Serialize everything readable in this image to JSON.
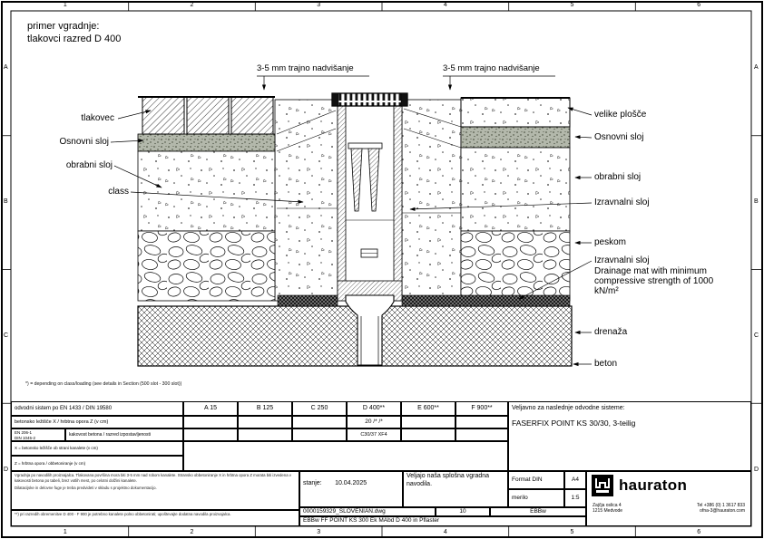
{
  "frame": {
    "cols": [
      "1",
      "2",
      "3",
      "4",
      "5",
      "6"
    ],
    "rows": [
      "A",
      "B",
      "C",
      "D"
    ]
  },
  "title": {
    "line1": "primer vgradnje:",
    "line2": "tlakovci razred D 400"
  },
  "labels": {
    "top": [
      "3-5 mm trajno nadvišanje",
      "3-5 mm trajno nadvišanje"
    ],
    "left": [
      "tlakovec",
      "Osnovni sloj",
      "obrabni sloj",
      "class"
    ],
    "right": [
      "velike plošče",
      "Osnovni sloj",
      "obrabni sloj",
      "Izravnalni sloj",
      "peskom",
      "Izravnalni sloj",
      "Drainage mat with minimum compressive strength of 1000 kN/m²",
      "drenaža",
      "beton"
    ]
  },
  "footnote": "*) = depending on class/loading (see details in Section (500 slot - 300 slot))",
  "titleblock": {
    "std_label": "odvodni sistem po EN 1433 / DIN 19580",
    "classes": [
      "A 15",
      "B 125",
      "C 250",
      "D 400**",
      "E 600**",
      "F 900**"
    ],
    "bed_label": "betonsko ležišče X / hrbtna opora Z (v cm)",
    "bed_value": "20 /* /*",
    "conc_std1": "EN 206-1",
    "conc_std2": "DIN 1045-2",
    "conc_label": "kakovost betona / razred izpostavljenosti",
    "conc_value": "C30/37 XF4",
    "dim_x": "X = betonsko ležišče ob strani kanalete (v cm)",
    "dim_z": "Z = hrbtna opora / obbetoniranje (v cm)",
    "valid_label": "Veljavno za naslednje odvodne sisteme:",
    "valid_value": "FASERFIX POINT KS 30/30, 3-teilig",
    "notes_p1": "Vgradnja po navodilih proizvajalca. Tlakovana površina mora biti 3-5 mm nad robom kanalete. Stransko obbetoniranje X in hrbtna opora Z morata biti izvedena v kakovosti betona po tabeli, brez votlih mest, po celotni dolžini kanalete.",
    "notes_p2": "Dilatacijske in delovne fuge je treba predvideti v skladu s projektno dokumentacijo.",
    "note_bottom": "**) pri razredih obremenitve D 400 - F 900 je potrebno kanalete polno obbetonirati; upoštevajte dodatna navodila proizvajalca.",
    "stanje_label": "stanje:",
    "stanje_date": "10.04.2025",
    "general_note": "Veljajo naša splošna vgradna navodila.",
    "format_label": "Format DIN",
    "format_value": "A4",
    "scale_label": "merilo",
    "scale_value": "1:5",
    "brand": "hauraton",
    "addr1": "Zajčja oslica 4",
    "addr2": "1215 Medvode",
    "tel": "Tel +386 (0) 1 3617 833",
    "email": "ofna-3@hauraton.com",
    "file": "0000159329_SLOVENIAN.dwg",
    "rev": "10",
    "code": "EBBw",
    "docline": "EBBw FF POINT KS 300  Ek MAbd  D 400 in Pflaster"
  },
  "colors": {
    "line": "#000000",
    "bedding": "#b3b8ab",
    "mat": "#1d1d1d"
  }
}
